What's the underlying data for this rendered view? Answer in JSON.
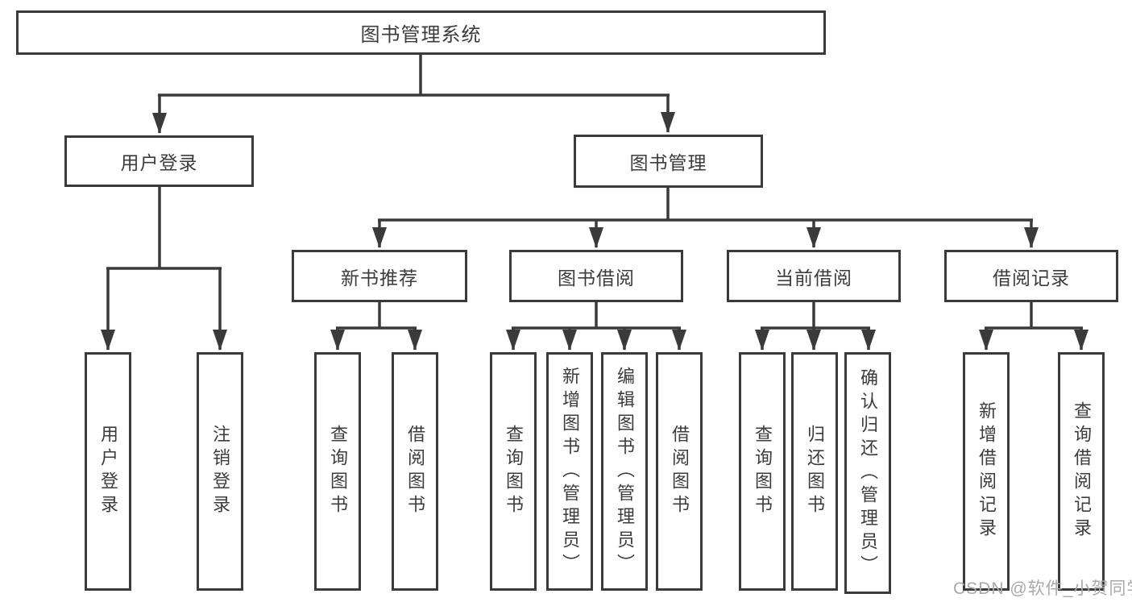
{
  "colors": {
    "line": "#3a3a3a",
    "box_border": "#3a3a3a",
    "box_fill": "#ffffff",
    "text": "#3c3c3c",
    "watermark": "#a9a9a9",
    "background": "#ffffff"
  },
  "watermark": "CSDN @软件_小贺同学",
  "tree": {
    "root": {
      "label": "图书管理系统"
    },
    "branches": [
      {
        "label": "用户登录",
        "leaves": [
          "用户登录",
          "注销登录"
        ]
      },
      {
        "label": "图书管理",
        "children": [
          {
            "label": "新书推荐",
            "leaves": [
              "查询图书",
              "借阅图书"
            ]
          },
          {
            "label": "图书借阅",
            "leaves": [
              "查询图书",
              "新增图书（管理员）",
              "编辑图书（管理员）",
              "借阅图书"
            ]
          },
          {
            "label": "当前借阅",
            "leaves": [
              "查询图书",
              "归还图书",
              "确认归还（管理员）"
            ]
          },
          {
            "label": "借阅记录",
            "leaves": [
              "新增借阅记录",
              "查询借阅记录"
            ]
          }
        ]
      }
    ]
  }
}
